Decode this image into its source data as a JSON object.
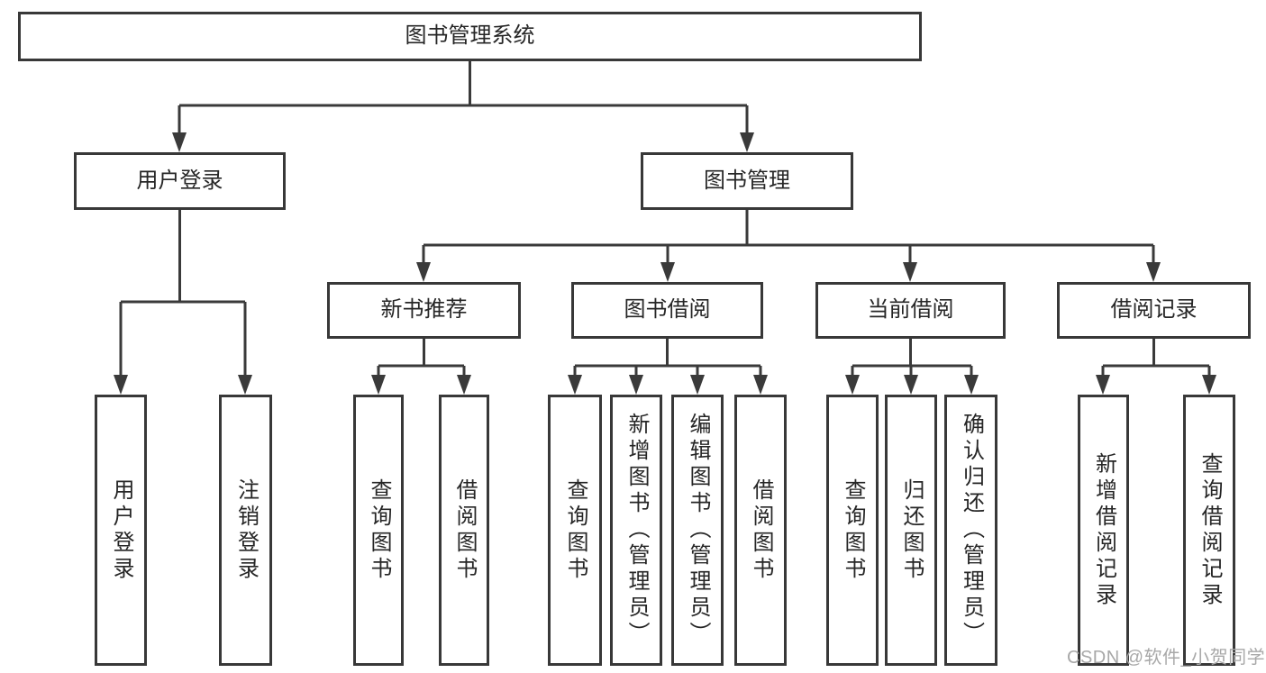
{
  "diagram": {
    "colors": {
      "line": "#3a3a3a",
      "border": "#383838",
      "text": "#262626",
      "background": "#ffffff",
      "watermark": "#a8a8a8"
    },
    "watermark": "CSDN @软件_小贺同学",
    "tree": {
      "label": "图书管理系统",
      "children": [
        {
          "label": "用户登录",
          "children": [
            {
              "label": "用户登录"
            },
            {
              "label": "注销登录"
            }
          ]
        },
        {
          "label": "图书管理",
          "children": [
            {
              "label": "新书推荐",
              "children": [
                {
                  "label": "查询图书"
                },
                {
                  "label": "借阅图书"
                }
              ]
            },
            {
              "label": "图书借阅",
              "children": [
                {
                  "label": "查询图书"
                },
                {
                  "label": "新增图书（管理员）"
                },
                {
                  "label": "编辑图书（管理员）"
                },
                {
                  "label": "借阅图书"
                }
              ]
            },
            {
              "label": "当前借阅",
              "children": [
                {
                  "label": "查询图书"
                },
                {
                  "label": "归还图书"
                },
                {
                  "label": "确认归还（管理员）"
                }
              ]
            },
            {
              "label": "借阅记录",
              "children": [
                {
                  "label": "新增借阅记录"
                },
                {
                  "label": "查询借阅记录"
                }
              ]
            }
          ]
        }
      ]
    }
  }
}
